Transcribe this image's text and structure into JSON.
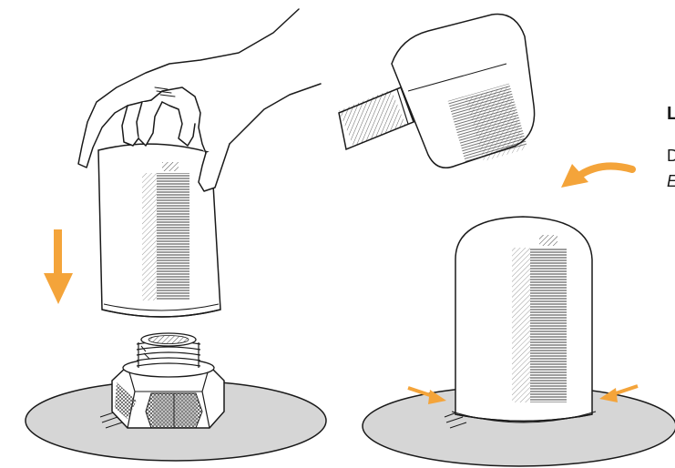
{
  "caption": {
    "title": "L",
    "line1": "D",
    "line2": "E"
  },
  "colors": {
    "arrow": "#f4a43a",
    "ink": "#1a1a1a",
    "base_fill": "#d6d6d6",
    "nut_shade": "#999999"
  },
  "icons": {
    "hand": "hand-icon",
    "sleeve": "sleeve-icon",
    "nut": "nut-icon",
    "hammer": "mallet-icon",
    "dome": "domed-cap-icon"
  }
}
